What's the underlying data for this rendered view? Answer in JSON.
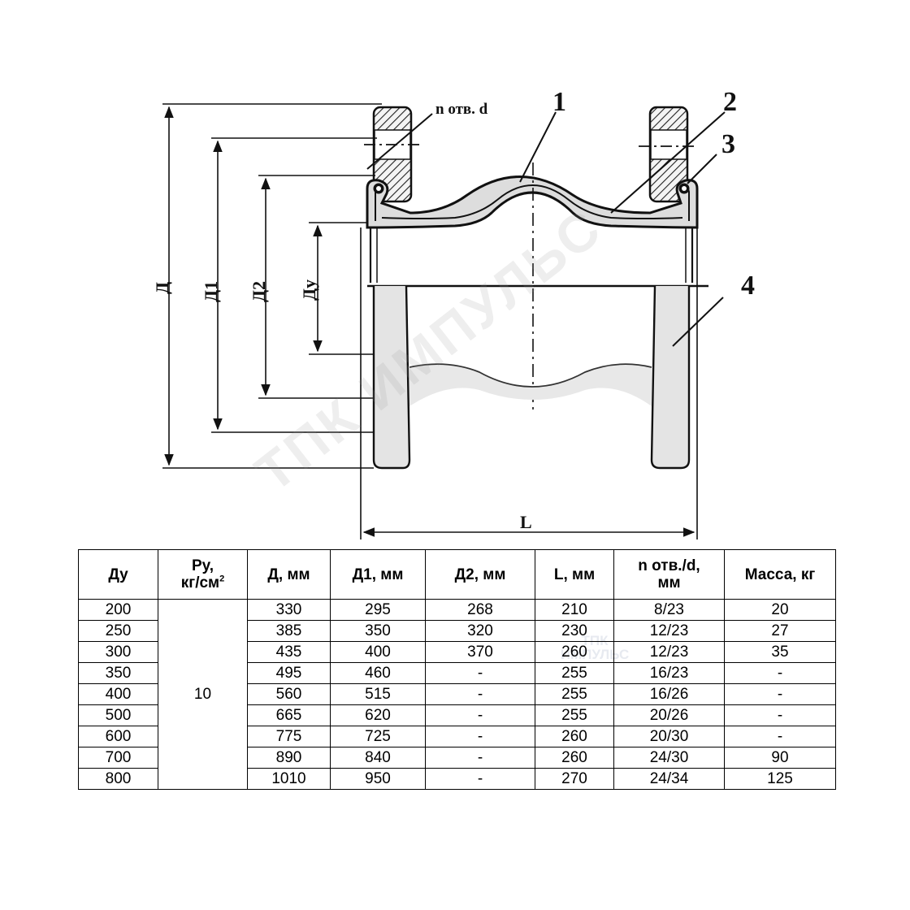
{
  "drawing": {
    "labels": {
      "callout_1": "1",
      "callout_2": "2",
      "callout_3": "3",
      "callout_4": "4",
      "holes": "n отв. d",
      "dim_D": "Д",
      "dim_D1": "Д1",
      "dim_D2": "Д2",
      "dim_Dy": "Ду",
      "dim_L": "L"
    },
    "watermark": "ИМПУЛЬС",
    "watermark_full": "ТПК ИМПУЛЬС",
    "watermark_small": "ТПК ИМПУЛЬС"
  },
  "table": {
    "headers": {
      "dy": "Ду",
      "py_line1": "Ру,",
      "py_line2": "кг/см",
      "py_sup": "2",
      "d": "Д, мм",
      "d1": "Д1, мм",
      "d2": "Д2, мм",
      "l": "L, мм",
      "n_line1": "n отв./d,",
      "n_line2": "мм",
      "mass": "Масса, кг"
    },
    "py_value": "10",
    "rows": [
      {
        "dy": "200",
        "d": "330",
        "d1": "295",
        "d2": "268",
        "l": "210",
        "n": "8/23",
        "mass": "20"
      },
      {
        "dy": "250",
        "d": "385",
        "d1": "350",
        "d2": "320",
        "l": "230",
        "n": "12/23",
        "mass": "27"
      },
      {
        "dy": "300",
        "d": "435",
        "d1": "400",
        "d2": "370",
        "l": "260",
        "n": "12/23",
        "mass": "35"
      },
      {
        "dy": "350",
        "d": "495",
        "d1": "460",
        "d2": "-",
        "l": "255",
        "n": "16/23",
        "mass": "-"
      },
      {
        "dy": "400",
        "d": "560",
        "d1": "515",
        "d2": "-",
        "l": "255",
        "n": "16/26",
        "mass": "-"
      },
      {
        "dy": "500",
        "d": "665",
        "d1": "620",
        "d2": "-",
        "l": "255",
        "n": "20/26",
        "mass": "-"
      },
      {
        "dy": "600",
        "d": "775",
        "d1": "725",
        "d2": "-",
        "l": "260",
        "n": "20/30",
        "mass": "-"
      },
      {
        "dy": "700",
        "d": "890",
        "d1": "840",
        "d2": "-",
        "l": "260",
        "n": "24/30",
        "mass": "90"
      },
      {
        "dy": "800",
        "d": "1010",
        "d1": "950",
        "d2": "-",
        "l": "270",
        "n": "24/34",
        "mass": "125"
      }
    ]
  }
}
